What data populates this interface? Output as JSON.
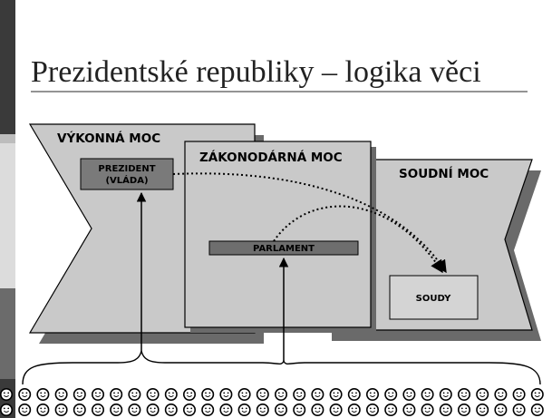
{
  "title": "Prezidentské republiky – logika věci",
  "sections": {
    "executive": {
      "label": "VÝKONNÁ MOC"
    },
    "legislative": {
      "label": "ZÁKONODÁRNÁ MOC"
    },
    "judicial": {
      "label": "SOUDNÍ MOC"
    }
  },
  "boxes": {
    "president": {
      "line1": "PREZIDENT",
      "line2": "(VLÁDA)"
    },
    "parliament": {
      "label": "PARLAMENT"
    },
    "courts": {
      "label": "SOUDY"
    }
  },
  "citizens": {
    "rows": 2,
    "per_row": 30,
    "icon": "smiley-face-icon"
  },
  "colors": {
    "sidebar_dark": "#3a3a3a",
    "sidebar_light": "#dcdcdc",
    "panel_fill": "#c9c9c9",
    "president_box": "#7a7a7a",
    "parliament_box": "#6e6e6e",
    "courts_box": "#d4d4d4",
    "title_rule": "#555555"
  }
}
